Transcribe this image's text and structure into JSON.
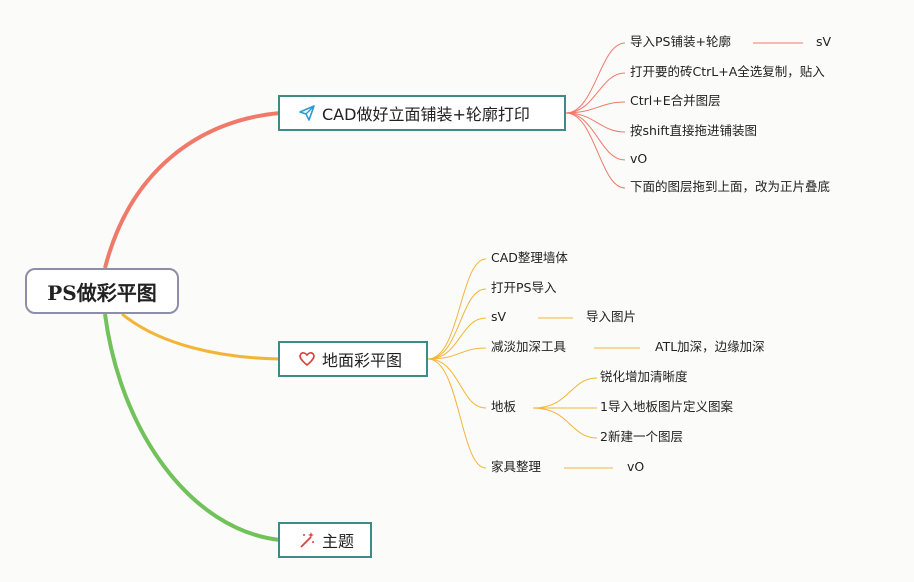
{
  "root": {
    "label": "PS做彩平图"
  },
  "branches": [
    {
      "label": "CAD做好立面铺装+轮廓打印",
      "icon": "paper-plane-icon",
      "color": "#f07a6a",
      "children": [
        {
          "label": "导入PS铺装+轮廓",
          "sub": "sV"
        },
        {
          "label": "打开要的砖CtrL+A全选复制，贴入"
        },
        {
          "label": "Ctrl+E合并图层"
        },
        {
          "label": "按shift直接拖进铺装图"
        },
        {
          "label": "vO"
        },
        {
          "label": "下面的图层拖到上面，改为正片叠底"
        }
      ]
    },
    {
      "label": "地面彩平图",
      "icon": "heart-icon",
      "color": "#f2b53a",
      "children": [
        {
          "label": "CAD整理墙体"
        },
        {
          "label": "打开PS导入"
        },
        {
          "label": "sV",
          "sub": "导入图片"
        },
        {
          "label": "减淡加深工具",
          "sub": "ATL加深，边缘加深"
        },
        {
          "label": "地板",
          "subs": [
            "锐化增加清晰度",
            "1导入地板图片定义图案",
            "2新建一个图层"
          ]
        },
        {
          "label": "家具整理",
          "sub": "vO"
        }
      ]
    },
    {
      "label": "主题",
      "icon": "magic-wand-icon",
      "color": "#72c25c",
      "children": []
    }
  ]
}
